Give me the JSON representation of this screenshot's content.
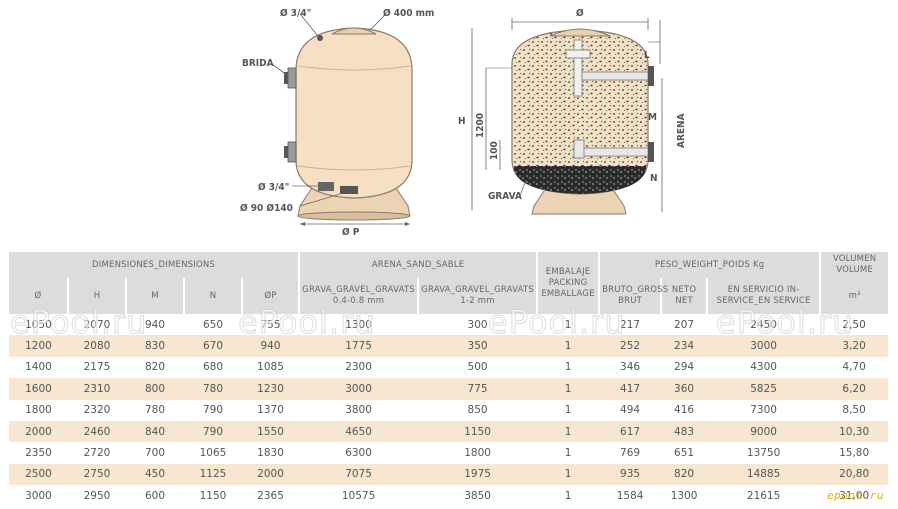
{
  "drawing_labels": {
    "top_conn": "Ø 3/4\"",
    "top_lid": "Ø 400 mm",
    "brida": "BRIDA",
    "drain_conn": "Ø 3/4\"",
    "drain_dims": "Ø 90 Ø140",
    "base": "Ø P",
    "diameter": "Ø",
    "height_h": "H",
    "height_1200": "1200",
    "l": "L",
    "m": "M",
    "arena": "ARENA",
    "h100": "100",
    "n": "N",
    "grava": "GRAVA"
  },
  "table": {
    "group_headers": {
      "dimensions": "DIMENSIONES_DIMENSIONS",
      "sand": "ARENA_SAND_SABLE",
      "packing": "EMBALAJE PACKING EMBALLAGE",
      "weight": "PESO_WEIGHT_POIDS  Kg",
      "volume": "VOLUMEN VOLUME"
    },
    "sub_headers": {
      "d": "Ø",
      "h": "H",
      "m": "M",
      "n": "N",
      "op": "ØP",
      "gravel1": "GRAVA_GRAVEL_GRAVATS 0.4-0.8 mm",
      "gravel2": "GRAVA_GRAVEL_GRAVATS 1-2 mm",
      "bruto": "BRUTO_GROSS BRUT",
      "neto": "NETO NET",
      "service": "EN SERVICIO IN-SERVICE_EN SERVICE",
      "volume_unit": "m³"
    },
    "rows": [
      [
        "1050",
        "2070",
        "940",
        "650",
        "755",
        "1300",
        "300",
        "1",
        "217",
        "207",
        "2450",
        "2,50"
      ],
      [
        "1200",
        "2080",
        "830",
        "670",
        "940",
        "1775",
        "350",
        "1",
        "252",
        "234",
        "3000",
        "3,20"
      ],
      [
        "1400",
        "2175",
        "820",
        "680",
        "1085",
        "2300",
        "500",
        "1",
        "346",
        "294",
        "4300",
        "4,70"
      ],
      [
        "1600",
        "2310",
        "800",
        "780",
        "1230",
        "3000",
        "775",
        "1",
        "417",
        "360",
        "5825",
        "6,20"
      ],
      [
        "1800",
        "2320",
        "780",
        "790",
        "1370",
        "3800",
        "850",
        "1",
        "494",
        "416",
        "7300",
        "8,50"
      ],
      [
        "2000",
        "2460",
        "840",
        "790",
        "1550",
        "4650",
        "1150",
        "1",
        "617",
        "483",
        "9000",
        "10,30"
      ],
      [
        "2350",
        "2720",
        "700",
        "1065",
        "1830",
        "6300",
        "1800",
        "1",
        "769",
        "651",
        "13750",
        "15,80"
      ],
      [
        "2500",
        "2750",
        "450",
        "1125",
        "2000",
        "7075",
        "1975",
        "1",
        "935",
        "820",
        "14885",
        "20,80"
      ],
      [
        "3000",
        "2950",
        "600",
        "1150",
        "2365",
        "10575",
        "3850",
        "1",
        "1584",
        "1300",
        "21615",
        "31,00"
      ]
    ]
  },
  "watermark": "ePool.ru",
  "logo": "epool.ru",
  "colors": {
    "tank": "#f6dfc3",
    "header_bg": "#dcdcdc",
    "row_alt": "#f7e6d0",
    "sand_dot": "#444444"
  }
}
